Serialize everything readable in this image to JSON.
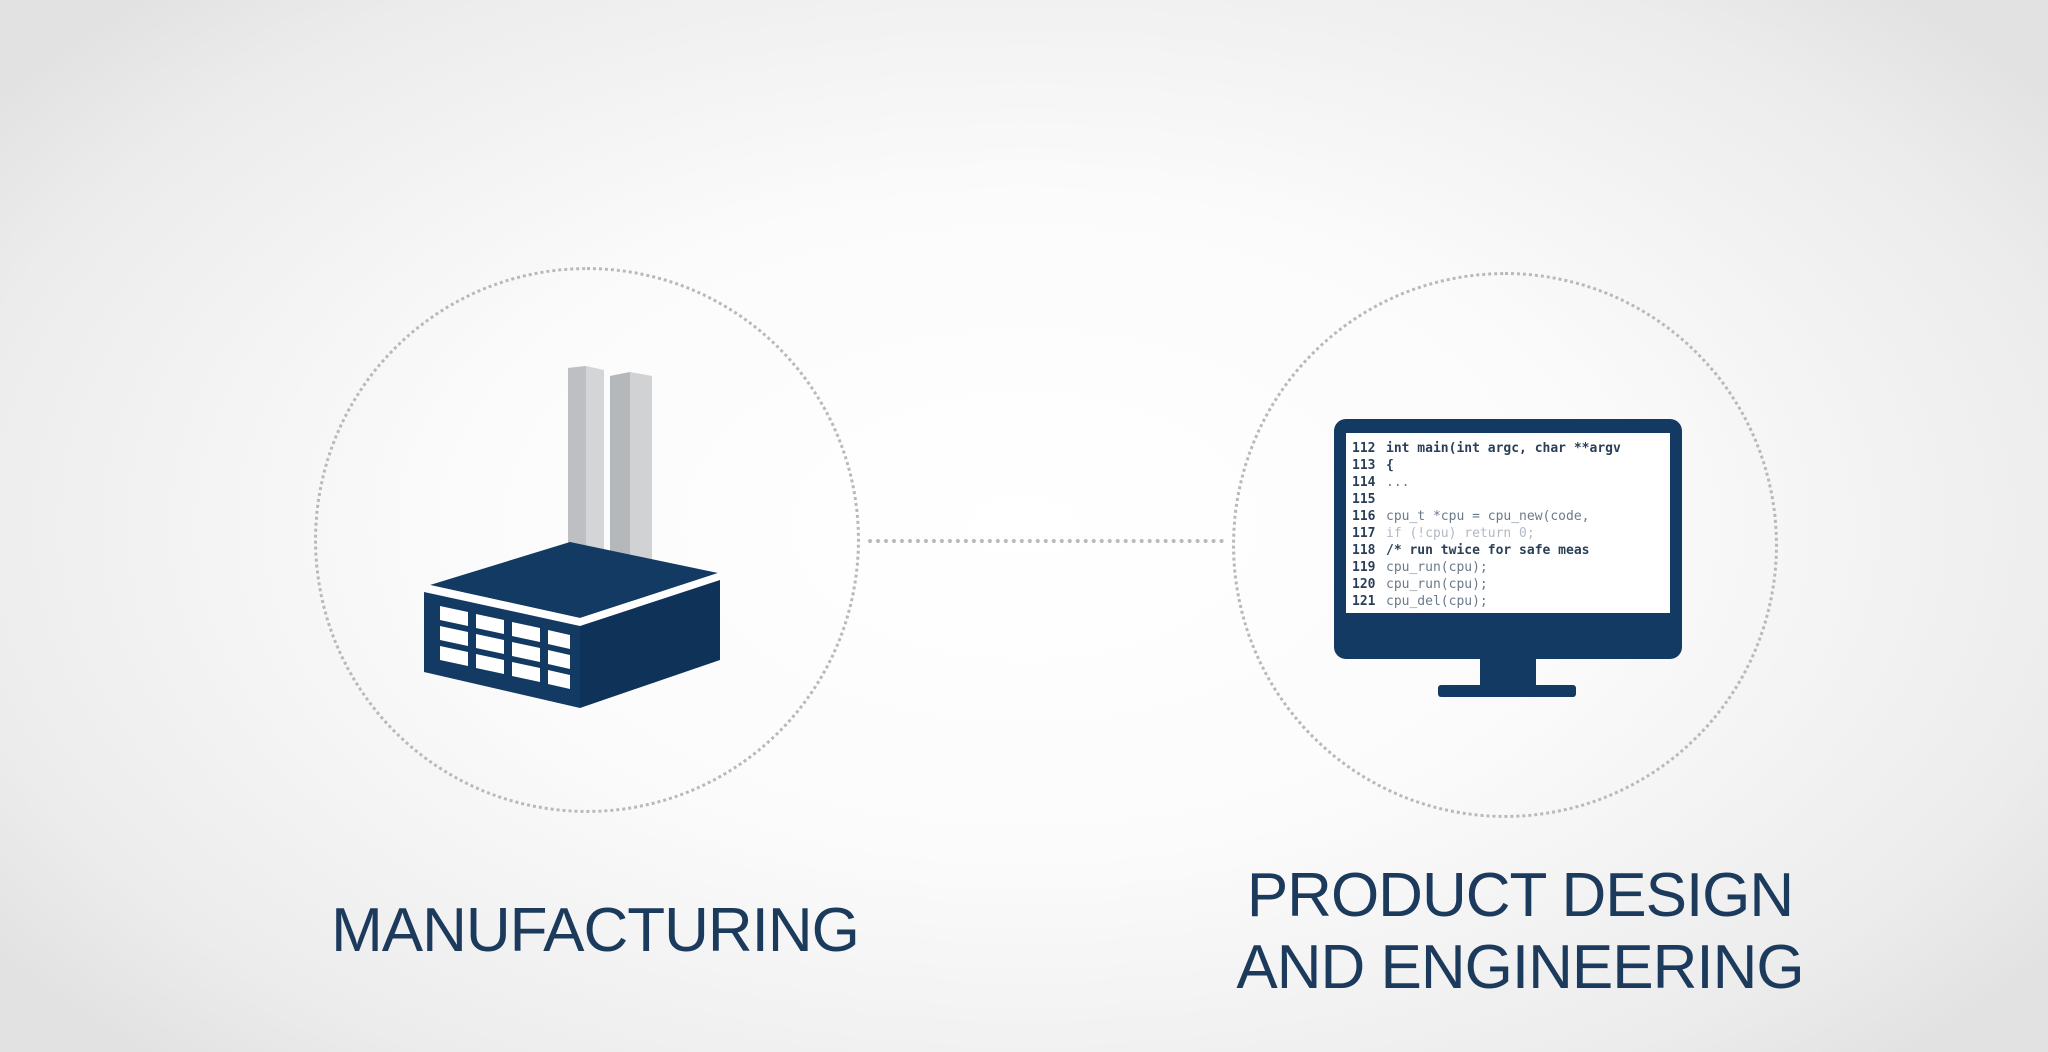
{
  "nodes": [
    {
      "id": "manufacturing",
      "label": "MANUFACTURING",
      "icon": "factory-icon"
    },
    {
      "id": "product-design",
      "label_line1": "PRODUCT DESIGN",
      "label_line2": "AND ENGINEERING",
      "icon": "computer-monitor-icon"
    }
  ],
  "code_screen": {
    "line_numbers": [
      "112",
      "113",
      "114",
      "115",
      "116",
      "117",
      "118",
      "119",
      "120",
      "121"
    ],
    "lines": [
      "int main(int argc, char **argv",
      "    {",
      "      ...",
      "",
      "      cpu_t *cpu = cpu_new(code,",
      "      if (!cpu) return 0;",
      "      /* run twice for safe meas",
      "      cpu_run(cpu);",
      "      cpu_run(cpu);",
      "      cpu_del(cpu);"
    ]
  },
  "colors": {
    "navy": "#123a63",
    "label": "#1b3a5c",
    "chimney": "#c9cbcd",
    "dots": "#b9b9b9"
  }
}
